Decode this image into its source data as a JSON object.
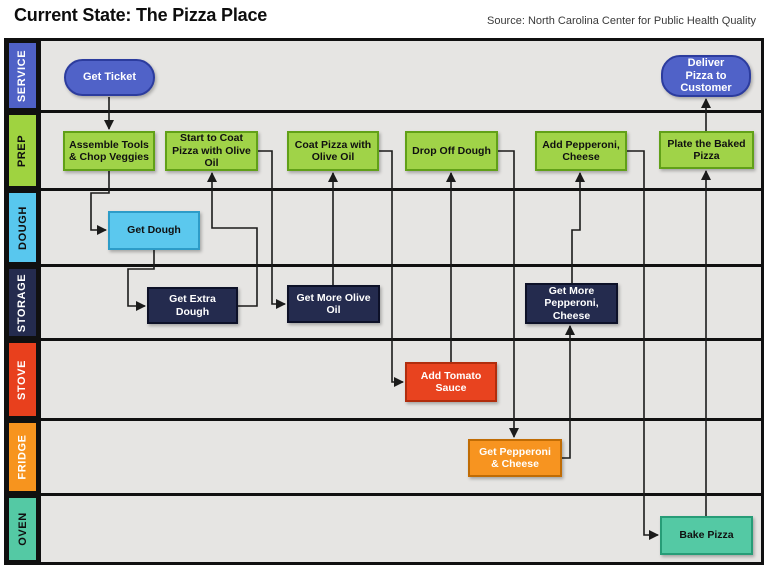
{
  "header": {
    "title": "Current State: The Pizza Place",
    "source": "Source: North Carolina Center for Public Health Quality"
  },
  "lanes": [
    {
      "label": "SERVICE",
      "color": "#4f61c6"
    },
    {
      "label": "PREP",
      "color": "#9fd340"
    },
    {
      "label": "DOUGH",
      "color": "#58c7ee"
    },
    {
      "label": "STORAGE",
      "color": "#242b4e"
    },
    {
      "label": "STOVE",
      "color": "#e8401d"
    },
    {
      "label": "FRIDGE",
      "color": "#f7941e"
    },
    {
      "label": "OVEN",
      "color": "#54c9a4"
    }
  ],
  "nodes": {
    "get_ticket": {
      "label": "Get Ticket",
      "lane": "SERVICE",
      "shape": "pill"
    },
    "deliver_pizza": {
      "label": "Deliver Pizza to Customer",
      "lane": "SERVICE",
      "shape": "pill"
    },
    "assemble_tools": {
      "label": "Assemble Tools & Chop Veggies",
      "lane": "PREP",
      "shape": "rect"
    },
    "start_to_coat": {
      "label": "Start to Coat Pizza with Olive Oil",
      "lane": "PREP",
      "shape": "rect"
    },
    "coat_pizza": {
      "label": "Coat Pizza with Olive Oil",
      "lane": "PREP",
      "shape": "rect"
    },
    "drop_off_dough": {
      "label": "Drop Off Dough",
      "lane": "PREP",
      "shape": "rect"
    },
    "add_pepperoni_cheese": {
      "label": "Add Pepperoni, Cheese",
      "lane": "PREP",
      "shape": "rect"
    },
    "plate_baked_pizza": {
      "label": "Plate the Baked Pizza",
      "lane": "PREP",
      "shape": "rect"
    },
    "get_dough": {
      "label": "Get Dough",
      "lane": "DOUGH",
      "shape": "rect"
    },
    "get_extra_dough": {
      "label": "Get Extra Dough",
      "lane": "STORAGE",
      "shape": "rect"
    },
    "get_more_olive_oil": {
      "label": "Get More Olive Oil",
      "lane": "STORAGE",
      "shape": "rect"
    },
    "get_more_pepperoni_cheese": {
      "label": "Get More Pepperoni, Cheese",
      "lane": "STORAGE",
      "shape": "rect"
    },
    "add_tomato_sauce": {
      "label": "Add Tomato Sauce",
      "lane": "STOVE",
      "shape": "rect"
    },
    "get_pepperoni_and_cheese": {
      "label": "Get Pepperoni & Cheese",
      "lane": "FRIDGE",
      "shape": "rect"
    },
    "bake_pizza": {
      "label": "Bake Pizza",
      "lane": "OVEN",
      "shape": "rect"
    }
  },
  "flow_order": [
    "get_ticket",
    "assemble_tools",
    "get_dough",
    "get_extra_dough",
    "start_to_coat",
    "get_more_olive_oil",
    "coat_pizza",
    "add_tomato_sauce",
    "drop_off_dough",
    "get_pepperoni_and_cheese",
    "get_more_pepperoni_cheese",
    "add_pepperoni_cheese",
    "bake_pizza",
    "plate_baked_pizza",
    "deliver_pizza"
  ],
  "colors": {
    "lane_background": "#e6e5e3",
    "frame_line": "#101010",
    "connector_line": "#1b1b1b"
  }
}
